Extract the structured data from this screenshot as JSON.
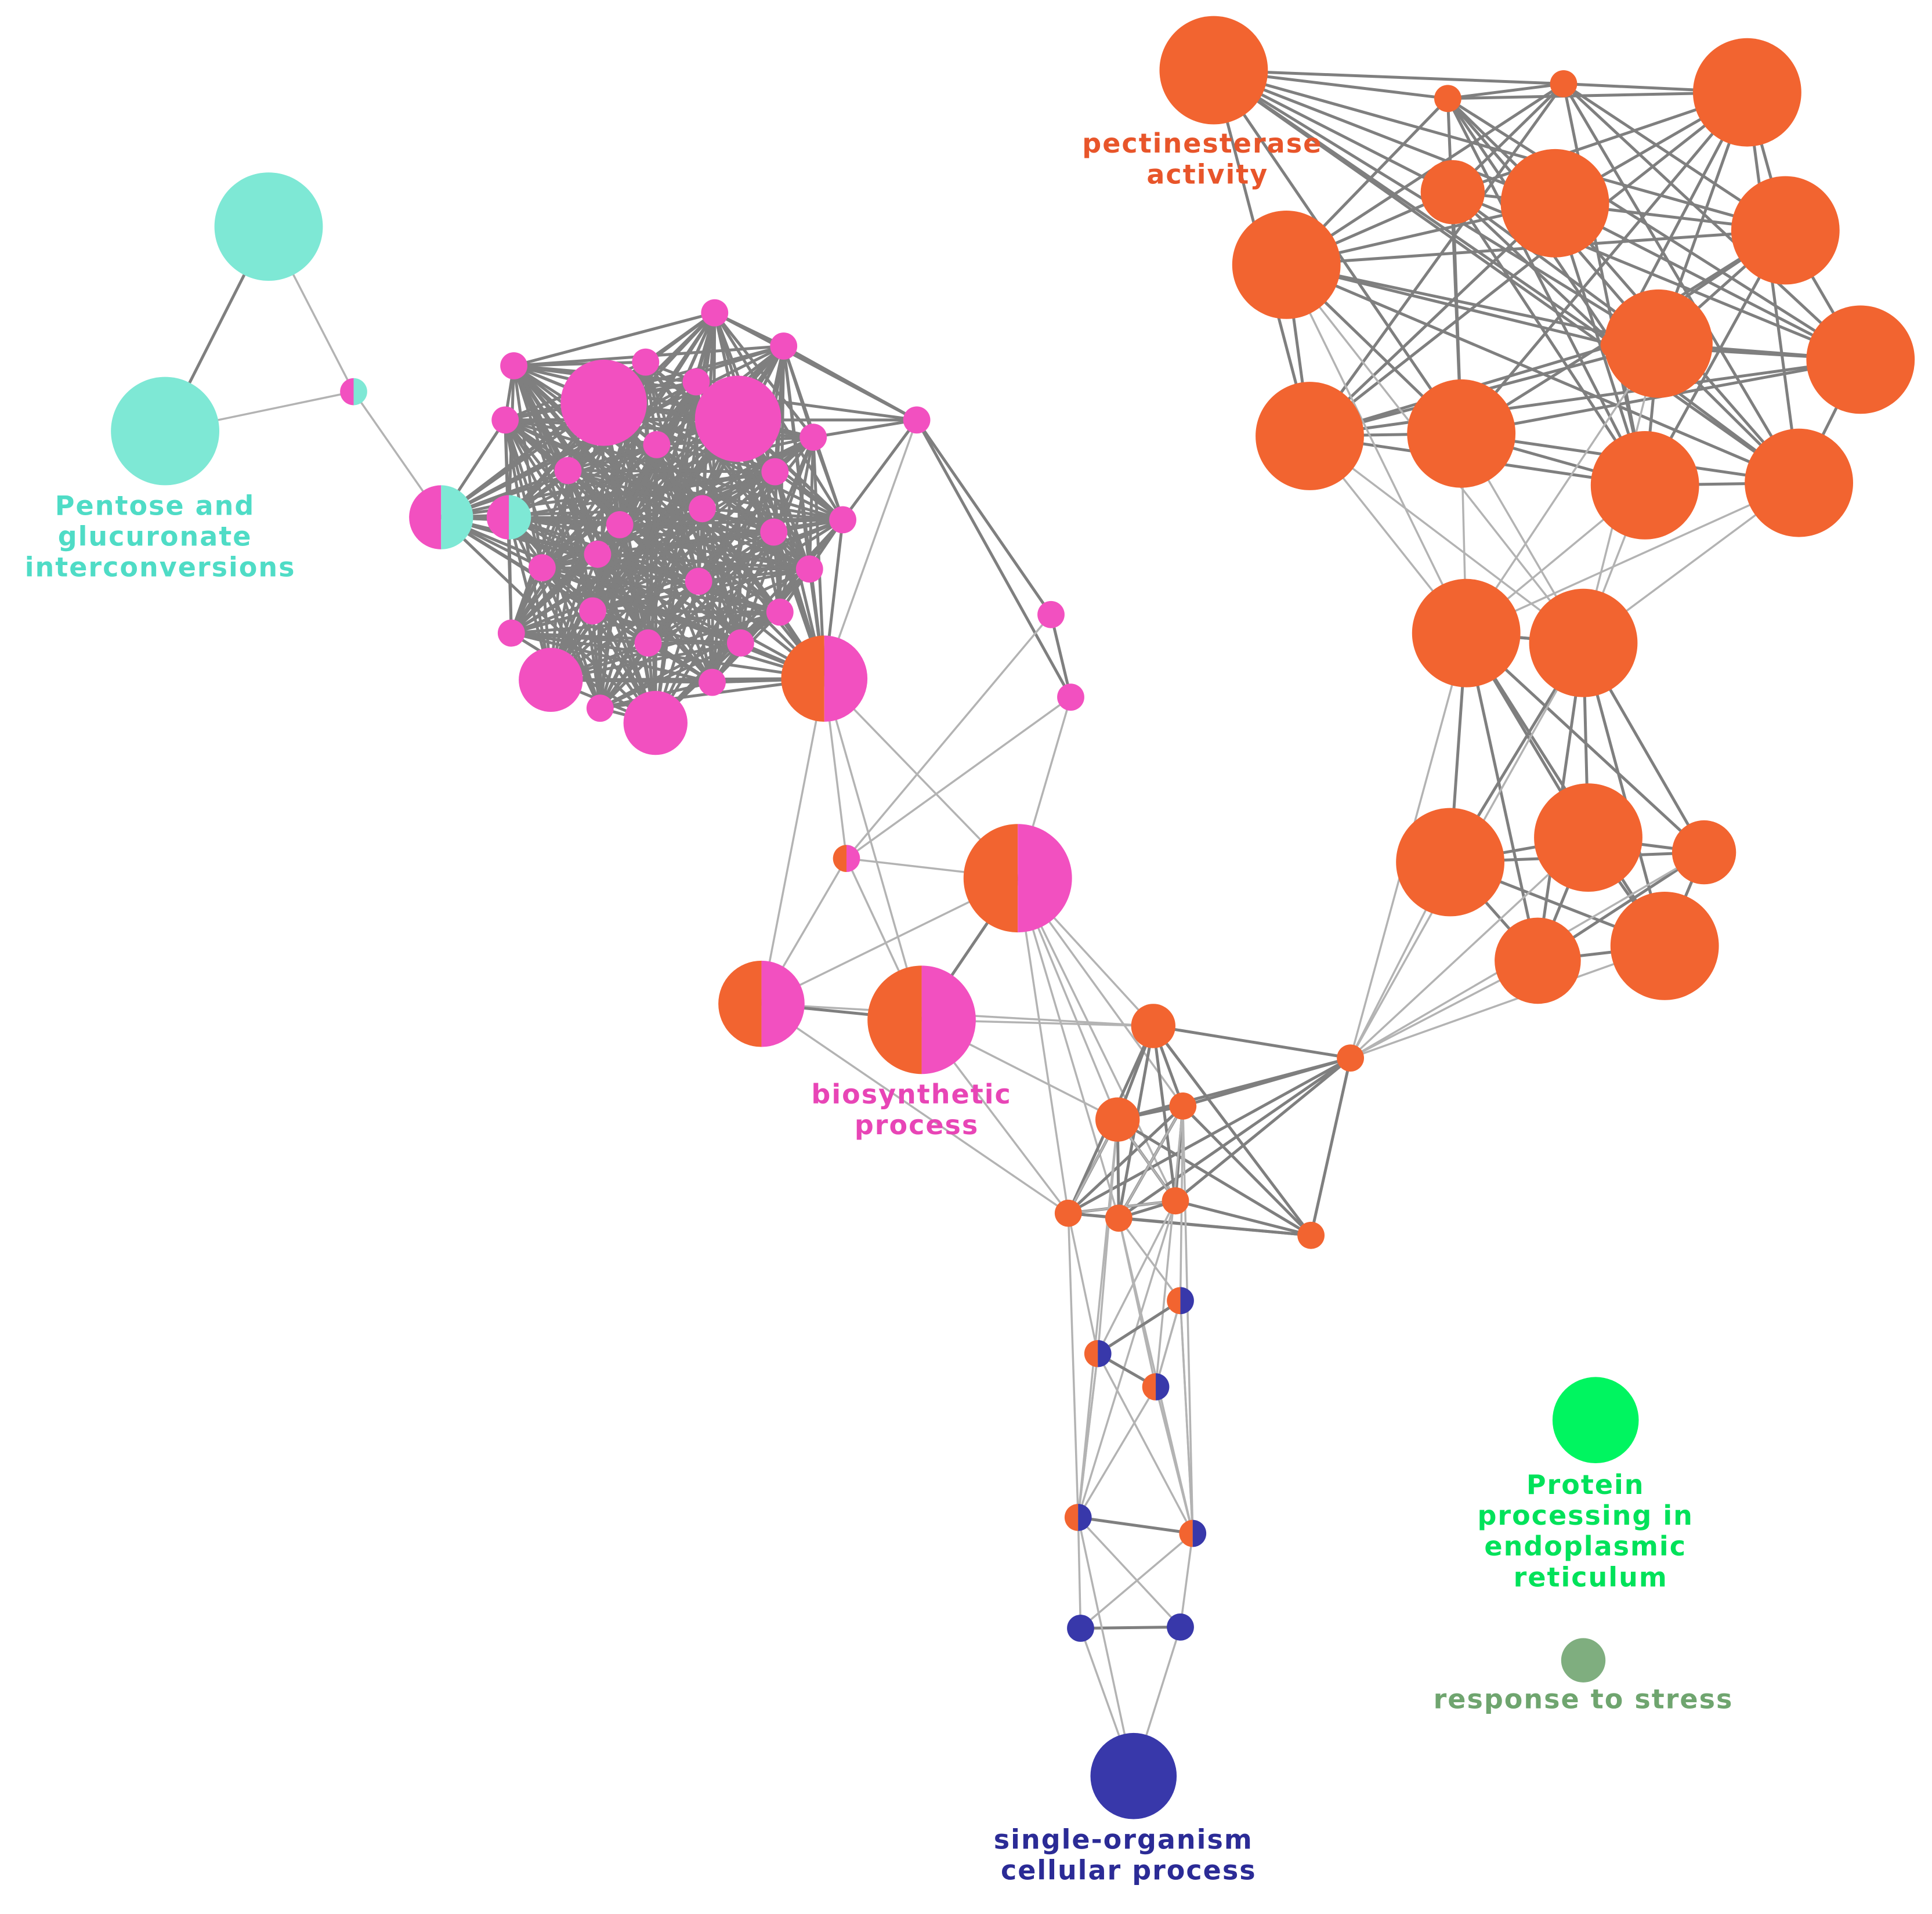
{
  "colors": {
    "cyan": "#7EE8D5",
    "magenta": "#F250C0",
    "orange": "#F26430",
    "navy": "#3838AA",
    "green": "#00F560",
    "sage": "#7FAE7F",
    "edge_dark": "#7F7F7F",
    "edge_light": "#B3B3B3"
  },
  "clusters": [
    {
      "id": "pentose",
      "color": "#4FDCC6",
      "lines": [
        "Pentose and",
        "glucuronate",
        "interconversions"
      ]
    },
    {
      "id": "pectin",
      "color": "#E8552A",
      "lines": [
        "pectinesterase",
        "activity"
      ]
    },
    {
      "id": "biosyn",
      "color": "#E845B6",
      "lines": [
        "biosynthetic",
        "process"
      ]
    },
    {
      "id": "single",
      "color": "#2B2B96",
      "lines": [
        "single-organism",
        "cellular process"
      ]
    },
    {
      "id": "protein",
      "color": "#00E25A",
      "lines": [
        "Protein",
        "processing in",
        "endoplasmic",
        "reticulum"
      ]
    },
    {
      "id": "stress",
      "color": "#6FA56F",
      "lines": [
        "response to stress"
      ]
    }
  ],
  "network": {
    "nodes": [
      {
        "id": "c1",
        "colors": [
          "cyan"
        ],
        "size": 3
      },
      {
        "id": "c2",
        "colors": [
          "cyan"
        ],
        "size": 3
      },
      {
        "id": "cm1",
        "colors": [
          "magenta",
          "cyan"
        ],
        "size": 1
      },
      {
        "id": "cm2",
        "colors": [
          "magenta",
          "cyan"
        ],
        "size": 2
      },
      {
        "id": "cm3",
        "colors": [
          "magenta",
          "cyan"
        ],
        "size": 1
      },
      {
        "id": "m1",
        "colors": [
          "magenta"
        ],
        "size": 3
      },
      {
        "id": "m2",
        "colors": [
          "magenta"
        ],
        "size": 3
      },
      {
        "id": "m3",
        "colors": [
          "magenta"
        ],
        "size": 2
      },
      {
        "id": "m4",
        "colors": [
          "magenta"
        ],
        "size": 2
      },
      {
        "id": "m5",
        "colors": [
          "magenta"
        ],
        "size": 1
      },
      {
        "id": "m6",
        "colors": [
          "magenta"
        ],
        "size": 1
      },
      {
        "id": "m7",
        "colors": [
          "magenta"
        ],
        "size": 1
      },
      {
        "id": "m8",
        "colors": [
          "magenta"
        ],
        "size": 1
      },
      {
        "id": "m9",
        "colors": [
          "magenta"
        ],
        "size": 1
      },
      {
        "id": "m10",
        "colors": [
          "magenta"
        ],
        "size": 1
      },
      {
        "id": "m11",
        "colors": [
          "magenta"
        ],
        "size": 1
      },
      {
        "id": "m12",
        "colors": [
          "magenta"
        ],
        "size": 1
      },
      {
        "id": "m13",
        "colors": [
          "magenta"
        ],
        "size": 1
      },
      {
        "id": "m14",
        "colors": [
          "magenta"
        ],
        "size": 1
      },
      {
        "id": "m15",
        "colors": [
          "magenta"
        ],
        "size": 1
      },
      {
        "id": "m16",
        "colors": [
          "magenta"
        ],
        "size": 1
      },
      {
        "id": "m17",
        "colors": [
          "magenta"
        ],
        "size": 1
      },
      {
        "id": "m18",
        "colors": [
          "magenta"
        ],
        "size": 1
      },
      {
        "id": "m19",
        "colors": [
          "magenta"
        ],
        "size": 1
      },
      {
        "id": "m20",
        "colors": [
          "magenta"
        ],
        "size": 1
      },
      {
        "id": "m21",
        "colors": [
          "magenta"
        ],
        "size": 1
      },
      {
        "id": "m22",
        "colors": [
          "magenta"
        ],
        "size": 1
      },
      {
        "id": "m23",
        "colors": [
          "magenta"
        ],
        "size": 1
      },
      {
        "id": "m24",
        "colors": [
          "magenta"
        ],
        "size": 1
      },
      {
        "id": "m25",
        "colors": [
          "magenta"
        ],
        "size": 1
      },
      {
        "id": "m26",
        "colors": [
          "magenta"
        ],
        "size": 1
      },
      {
        "id": "m27",
        "colors": [
          "magenta"
        ],
        "size": 1
      },
      {
        "id": "m28",
        "colors": [
          "magenta"
        ],
        "size": 1
      },
      {
        "id": "m29",
        "colors": [
          "magenta"
        ],
        "size": 1
      },
      {
        "id": "m30",
        "colors": [
          "magenta"
        ],
        "size": 1
      },
      {
        "id": "m31",
        "colors": [
          "magenta"
        ],
        "size": 1
      },
      {
        "id": "m32",
        "colors": [
          "magenta"
        ],
        "size": 1
      },
      {
        "id": "om1",
        "colors": [
          "orange",
          "magenta"
        ],
        "size": 3
      },
      {
        "id": "om2",
        "colors": [
          "orange",
          "magenta"
        ],
        "size": 1
      },
      {
        "id": "om3",
        "colors": [
          "orange",
          "magenta"
        ],
        "size": 3
      },
      {
        "id": "om4",
        "colors": [
          "orange",
          "magenta"
        ],
        "size": 3
      },
      {
        "id": "om5",
        "colors": [
          "orange",
          "magenta"
        ],
        "size": 3
      },
      {
        "id": "o1",
        "colors": [
          "orange"
        ],
        "size": 3
      },
      {
        "id": "o2",
        "colors": [
          "orange"
        ],
        "size": 1
      },
      {
        "id": "o3",
        "colors": [
          "orange"
        ],
        "size": 1
      },
      {
        "id": "o4",
        "colors": [
          "orange"
        ],
        "size": 3
      },
      {
        "id": "o5",
        "colors": [
          "orange"
        ],
        "size": 2
      },
      {
        "id": "o6",
        "colors": [
          "orange"
        ],
        "size": 3
      },
      {
        "id": "o7",
        "colors": [
          "orange"
        ],
        "size": 3
      },
      {
        "id": "o8",
        "colors": [
          "orange"
        ],
        "size": 3
      },
      {
        "id": "o9",
        "colors": [
          "orange"
        ],
        "size": 3
      },
      {
        "id": "o10",
        "colors": [
          "orange"
        ],
        "size": 3
      },
      {
        "id": "o11",
        "colors": [
          "orange"
        ],
        "size": 3
      },
      {
        "id": "o12",
        "colors": [
          "orange"
        ],
        "size": 3
      },
      {
        "id": "o13",
        "colors": [
          "orange"
        ],
        "size": 3
      },
      {
        "id": "o14",
        "colors": [
          "orange"
        ],
        "size": 3
      },
      {
        "id": "o15",
        "colors": [
          "orange"
        ],
        "size": 3
      },
      {
        "id": "o16",
        "colors": [
          "orange"
        ],
        "size": 3
      },
      {
        "id": "o17",
        "colors": [
          "orange"
        ],
        "size": 3
      },
      {
        "id": "o18",
        "colors": [
          "orange"
        ],
        "size": 3
      },
      {
        "id": "o19",
        "colors": [
          "orange"
        ],
        "size": 2
      },
      {
        "id": "o20",
        "colors": [
          "orange"
        ],
        "size": 3
      },
      {
        "id": "o21",
        "colors": [
          "orange"
        ],
        "size": 3
      },
      {
        "id": "o22",
        "colors": [
          "orange"
        ],
        "size": 2
      },
      {
        "id": "o23",
        "colors": [
          "orange"
        ],
        "size": 1
      },
      {
        "id": "o24",
        "colors": [
          "orange"
        ],
        "size": 1
      },
      {
        "id": "o25",
        "colors": [
          "orange"
        ],
        "size": 1
      },
      {
        "id": "o26",
        "colors": [
          "orange"
        ],
        "size": 1
      },
      {
        "id": "o27",
        "colors": [
          "orange"
        ],
        "size": 1
      },
      {
        "id": "o28",
        "colors": [
          "orange"
        ],
        "size": 1
      },
      {
        "id": "o29",
        "colors": [
          "orange"
        ],
        "size": 1
      },
      {
        "id": "o30",
        "colors": [
          "orange"
        ],
        "size": 1
      },
      {
        "id": "on1",
        "colors": [
          "orange",
          "navy"
        ],
        "size": 1
      },
      {
        "id": "on2",
        "colors": [
          "orange",
          "navy"
        ],
        "size": 1
      },
      {
        "id": "on3",
        "colors": [
          "orange",
          "navy"
        ],
        "size": 1
      },
      {
        "id": "on4",
        "colors": [
          "orange",
          "navy"
        ],
        "size": 1
      },
      {
        "id": "on5",
        "colors": [
          "orange",
          "navy"
        ],
        "size": 1
      },
      {
        "id": "n1",
        "colors": [
          "navy"
        ],
        "size": 1
      },
      {
        "id": "n2",
        "colors": [
          "navy"
        ],
        "size": 1
      },
      {
        "id": "n3",
        "colors": [
          "navy"
        ],
        "size": 3
      },
      {
        "id": "g1",
        "colors": [
          "green"
        ],
        "size": 3
      },
      {
        "id": "s1",
        "colors": [
          "sage"
        ],
        "size": 1
      }
    ]
  }
}
